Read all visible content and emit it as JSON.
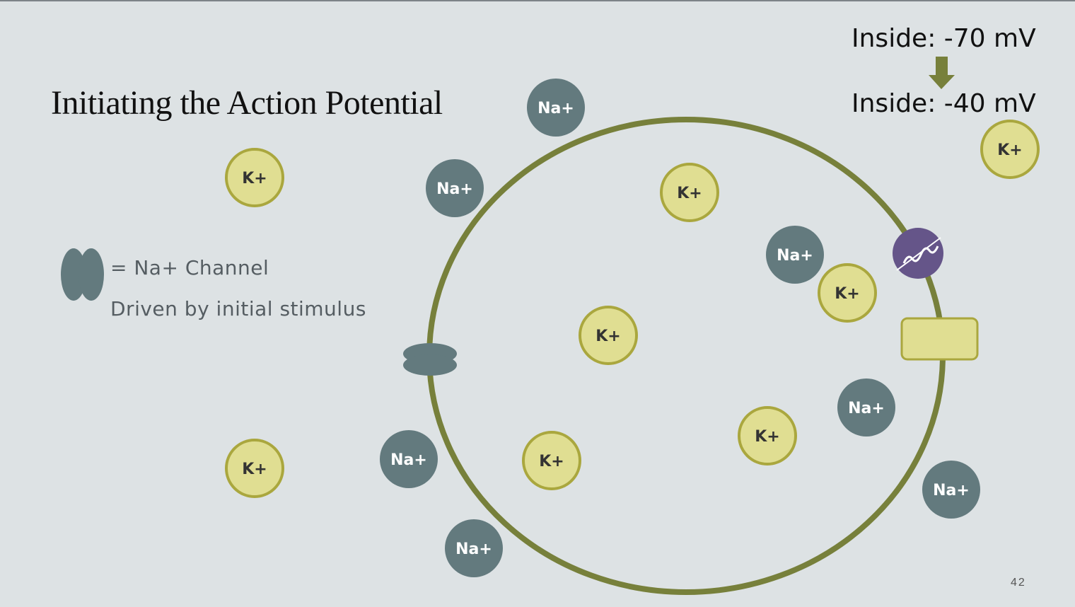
{
  "slide": {
    "title": "Initiating the Action Potential",
    "page_number": "42"
  },
  "voltage": {
    "before": "Inside: -70 mV",
    "after": "Inside: -40 mV"
  },
  "legend": {
    "symbol_label": "= Na+ Channel",
    "note": "Driven by initial stimulus"
  },
  "ions": {
    "sodium_label": "Na+",
    "potassium_label": "K+"
  },
  "colors": {
    "background": "#dde2e4",
    "membrane": "#77803b",
    "sodium": "#637a7e",
    "potassium_fill": "#e0de92",
    "potassium_border": "#aaa73e",
    "pump": "#655589",
    "arrow": "#77803b"
  },
  "icons": {
    "pump": "sodium-potassium-pump-icon",
    "arrow": "down-arrow-icon"
  }
}
